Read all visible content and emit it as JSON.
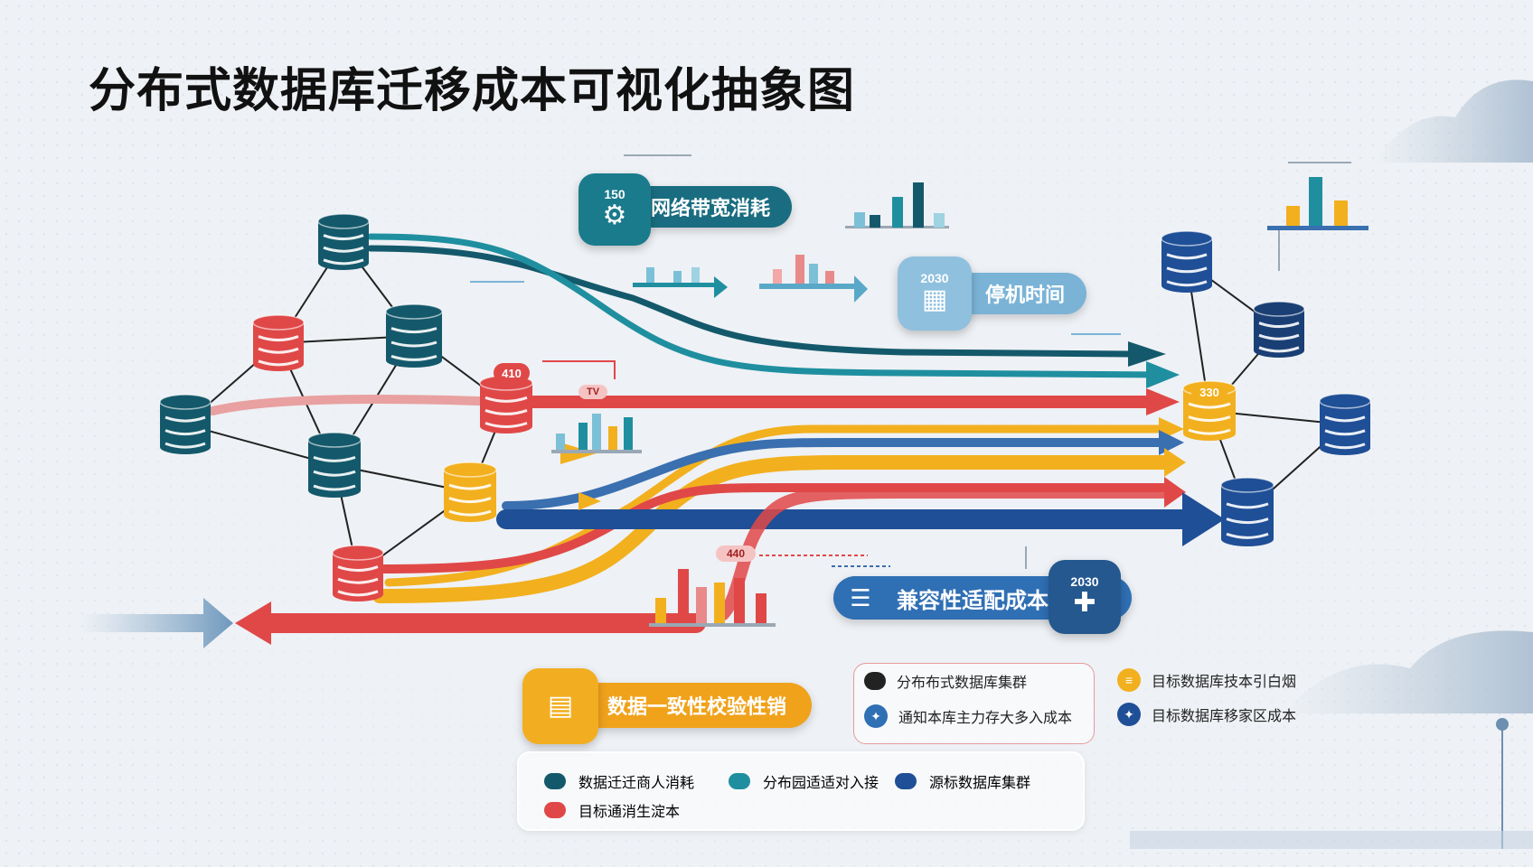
{
  "title": "分布式数据库迁移成本可视化抽象图",
  "colors": {
    "dark_teal": "#14596b",
    "teal": "#1f8fa0",
    "red": "#e04848",
    "yellow": "#f2b01e",
    "navy": "#1f4f96",
    "light_blue": "#7bb4d8"
  },
  "cost_labels": {
    "network": {
      "badge": "150",
      "label": "网络带宽消耗",
      "icon": "network-icon"
    },
    "downtime": {
      "badge": "2030",
      "label": "停机时间",
      "icon": "calendar-icon"
    },
    "compat": {
      "badge": "2030",
      "label": "兼容性适配成本",
      "icon": "puzzle-icon"
    },
    "consistency": {
      "badge": "",
      "label": "数据一致性校验性销",
      "icon": "document-icon"
    }
  },
  "node_badges": {
    "red_hub": "410",
    "red_hub_small": "TV",
    "gold_hub": "330",
    "bottom_chart": "440"
  },
  "legend_right": {
    "items": [
      {
        "label": "分布布式数据库集群",
        "icon": "database-icon"
      },
      {
        "label": "目标数据库技本引白烟",
        "icon": "database-icon"
      },
      {
        "label": "通知本库主力存大多入成本",
        "icon": "gear-icon"
      },
      {
        "label": "目标数据库移家区成本",
        "icon": "gear-icon"
      }
    ]
  },
  "legend_bottom": {
    "items": [
      {
        "label": "数据迁迁商人消耗",
        "color": "#14596b"
      },
      {
        "label": "分布园适适对入接",
        "color": "#1f8fa0"
      },
      {
        "label": "源标数据库集群",
        "color": "#1f4f96"
      },
      {
        "label": "目标通消生淀本",
        "color": "#e04848"
      }
    ]
  }
}
